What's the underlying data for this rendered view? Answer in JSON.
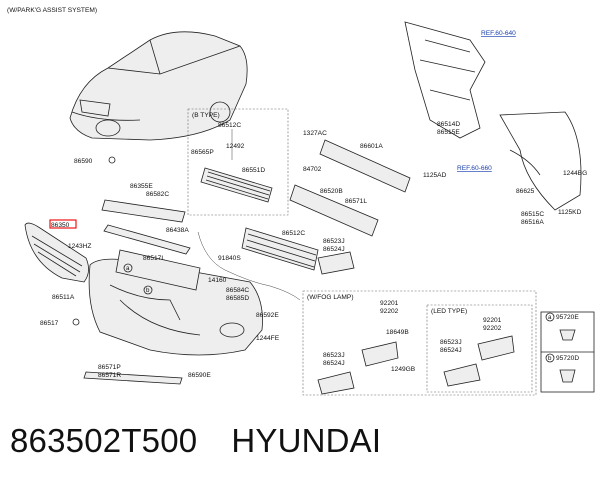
{
  "diagram": {
    "header_note": "(W/PARK'G ASSIST SYSTEM)",
    "references": [
      "REF.60-640",
      "REF.60-660"
    ],
    "box_labels": {
      "b_type": "(B TYPE)",
      "fog_lamp": "(W/FOG LAMP)",
      "led_type": "(LED TYPE)"
    },
    "parts": {
      "p86590": "86590",
      "p86355E": "86355E",
      "p86582C": "86582C",
      "p86350": "86350",
      "p1243HZ": "1243HZ",
      "p86438A": "86438A",
      "p86517L": "86517L",
      "p86511A": "86511A",
      "p86517": "86517",
      "p86571P": "86571P",
      "p86571R": "86571R",
      "p86590E": "86590E",
      "p86512C_top": "86512C",
      "p12492": "12492",
      "p86565P": "86565P",
      "p86551D": "86551D",
      "p1327AC": "1327AC",
      "p86601A": "86601A",
      "p84702": "84702",
      "p86520B": "86520B",
      "p86571L": "86571L",
      "p86512C": "86512C",
      "p86523J": "86523J",
      "p86524J": "86524J",
      "p91840S": "91840S",
      "p14160": "14160",
      "p86584C": "86584C",
      "p86585D": "86585D",
      "p86592E": "86592E",
      "p1244FE": "1244FE",
      "p86514D": "86514D",
      "p86515E": "86515E",
      "p1125AD": "1125AD",
      "p86625": "86625",
      "p1244BG": "1244BG",
      "p86515C": "86515C",
      "p86516A": "86516A",
      "p1125KD": "1125KD",
      "p92201": "92201",
      "p92202": "92202",
      "p18649B": "18649B",
      "p86523J_fog": "86523J",
      "p86524J_fog": "86524J",
      "p1249GB": "1249GB",
      "p92201_led": "92201",
      "p92202_led": "92202",
      "p86523J_led": "86523J",
      "p86524J_led": "86524J",
      "p95720E": "95720E",
      "p95720D": "95720D"
    },
    "callouts": {
      "a": "a",
      "b": "b"
    }
  },
  "caption": {
    "part_number": "863502T500",
    "brand": "HYUNDAI"
  },
  "colors": {
    "highlight": "#e00000",
    "reference_link": "#1a3fae"
  }
}
